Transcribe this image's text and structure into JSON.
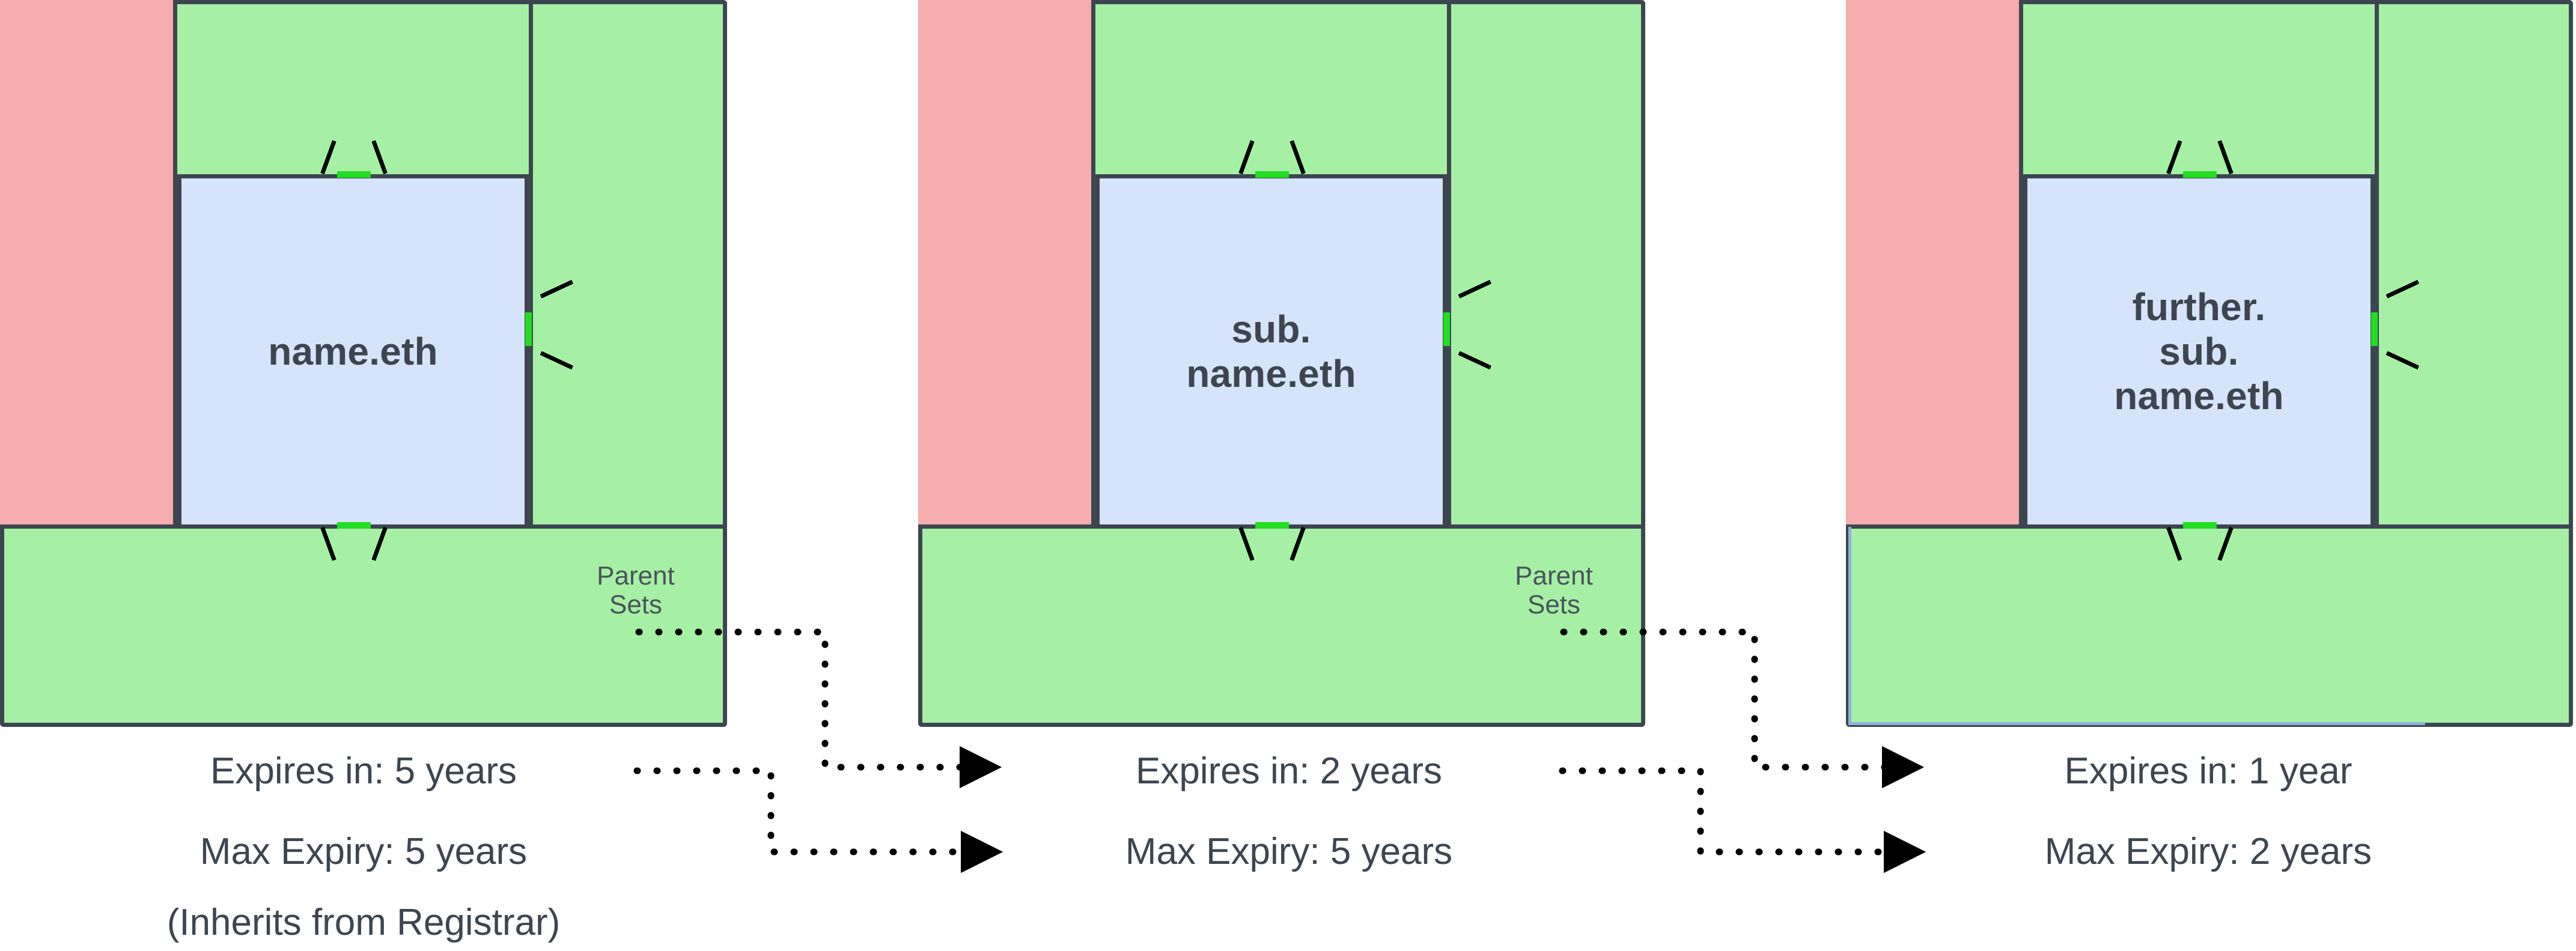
{
  "diagram": {
    "title": "ENS name expiry inheritance",
    "colors": {
      "pink": "#f5acac",
      "green": "#a6f0a6",
      "blue": "#d6e4fb",
      "accent_green": "#22dd22",
      "stroke": "#3d4650"
    }
  },
  "panels": [
    {
      "id": "panel-1",
      "name": "name.eth",
      "parent_sets_label": "Parent\nSets",
      "parent_sets_line1": "Parent",
      "parent_sets_line2": "Sets",
      "has_parent_sets": true,
      "expires_in": "Expires in: 5 years",
      "max_expiry": "Max Expiry: 5 years",
      "note": "(Inherits from Registrar)"
    },
    {
      "id": "panel-2",
      "name": "sub.\nname.eth",
      "name_line1": "sub.",
      "name_line2": "name.eth",
      "parent_sets_line1": "Parent",
      "parent_sets_line2": "Sets",
      "has_parent_sets": true,
      "expires_in": "Expires in: 2 years",
      "max_expiry": "Max Expiry: 5 years",
      "note": ""
    },
    {
      "id": "panel-3",
      "name": "further.\nsub.\nname.eth",
      "name_line1": "further.",
      "name_line2": "sub.",
      "name_line3": "name.eth",
      "has_parent_sets": false,
      "expires_in": "Expires in: 1 year",
      "max_expiry": "Max Expiry: 2 years",
      "note": ""
    }
  ],
  "connectors": [
    {
      "from": "panel-1-parent-sets",
      "to": "panel-2-max-expiry",
      "style": "dotted-arrow"
    },
    {
      "from": "panel-1-expires-in",
      "to": "panel-2-expires-in",
      "style": "dotted-arrow"
    },
    {
      "from": "panel-2-parent-sets",
      "to": "panel-3-max-expiry",
      "style": "dotted-arrow"
    },
    {
      "from": "panel-2-expires-in",
      "to": "panel-3-expires-in",
      "style": "dotted-arrow"
    }
  ]
}
